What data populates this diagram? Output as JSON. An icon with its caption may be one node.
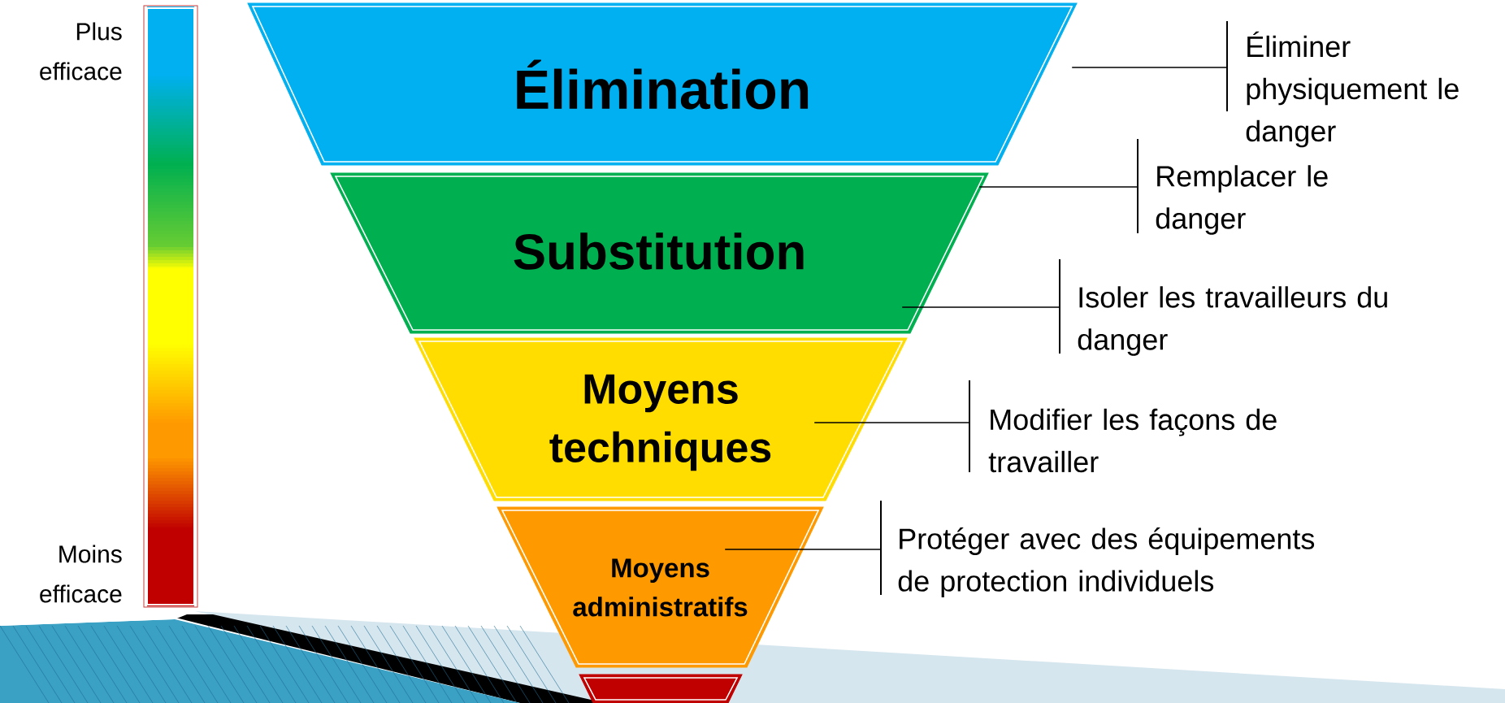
{
  "diagram": {
    "nodes": [
      {
        "text": [
          "Élimination"
        ]
      },
      {
        "text": [
          "Substitution"
        ]
      },
      {
        "text": [
          "Moyens techniques"
        ]
      },
      {
        "text": [
          "Moyens administratifs"
        ]
      },
      {
        "text": [],
        "shape": "trapezoid"
      },
      {
        "text": [
          "Éliminer physiquement le danger"
        ]
      },
      {
        "text": [
          "Remplacer le danger"
        ]
      },
      {
        "text": [
          "Isoler les travailleurs du danger"
        ]
      },
      {
        "text": [
          "Modifier les façons de travailler"
        ]
      },
      {
        "text": [
          "Protéger avec des équipements de protection individuels"
        ]
      }
    ],
    "edges": [
      {
        "from": 5,
        "to": 0,
        "arrow": "none"
      },
      {
        "from": 6,
        "to": 1,
        "arrow": "none"
      },
      {
        "from": 7,
        "to": 1,
        "arrow": "none"
      },
      {
        "from": 8,
        "to": 2,
        "arrow": "none"
      },
      {
        "from": 9,
        "to": 3,
        "arrow": "none"
      }
    ],
    "labels": [
      "Plus efficace",
      "Moins efficace"
    ]
  }
}
